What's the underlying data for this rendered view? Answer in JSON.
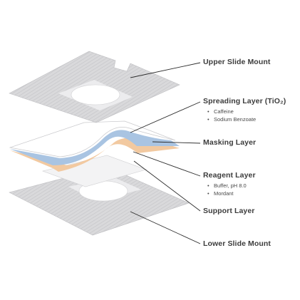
{
  "layers": {
    "upper_mount": {
      "label": "Upper Slide Mount"
    },
    "spreading": {
      "label": "Spreading Layer (TiO₂)",
      "items": [
        "Caffeine",
        "Sodium Benzoate"
      ]
    },
    "masking": {
      "label": "Masking Layer"
    },
    "reagent": {
      "label": "Reagent Layer",
      "items": [
        "Buffer, pH 8.0",
        "Mordant"
      ]
    },
    "support": {
      "label": "Support Layer"
    },
    "lower_mount": {
      "label": "Lower Slide Mount"
    }
  },
  "colors": {
    "mount_fill": "#d7d7d9",
    "mount_hatch": "#c3c3c6",
    "window_fill": "#ececee",
    "masking_blue": "#a9c4e2",
    "reagent_orange": "#f2c9a0",
    "leader_line": "#2b2b2b"
  }
}
